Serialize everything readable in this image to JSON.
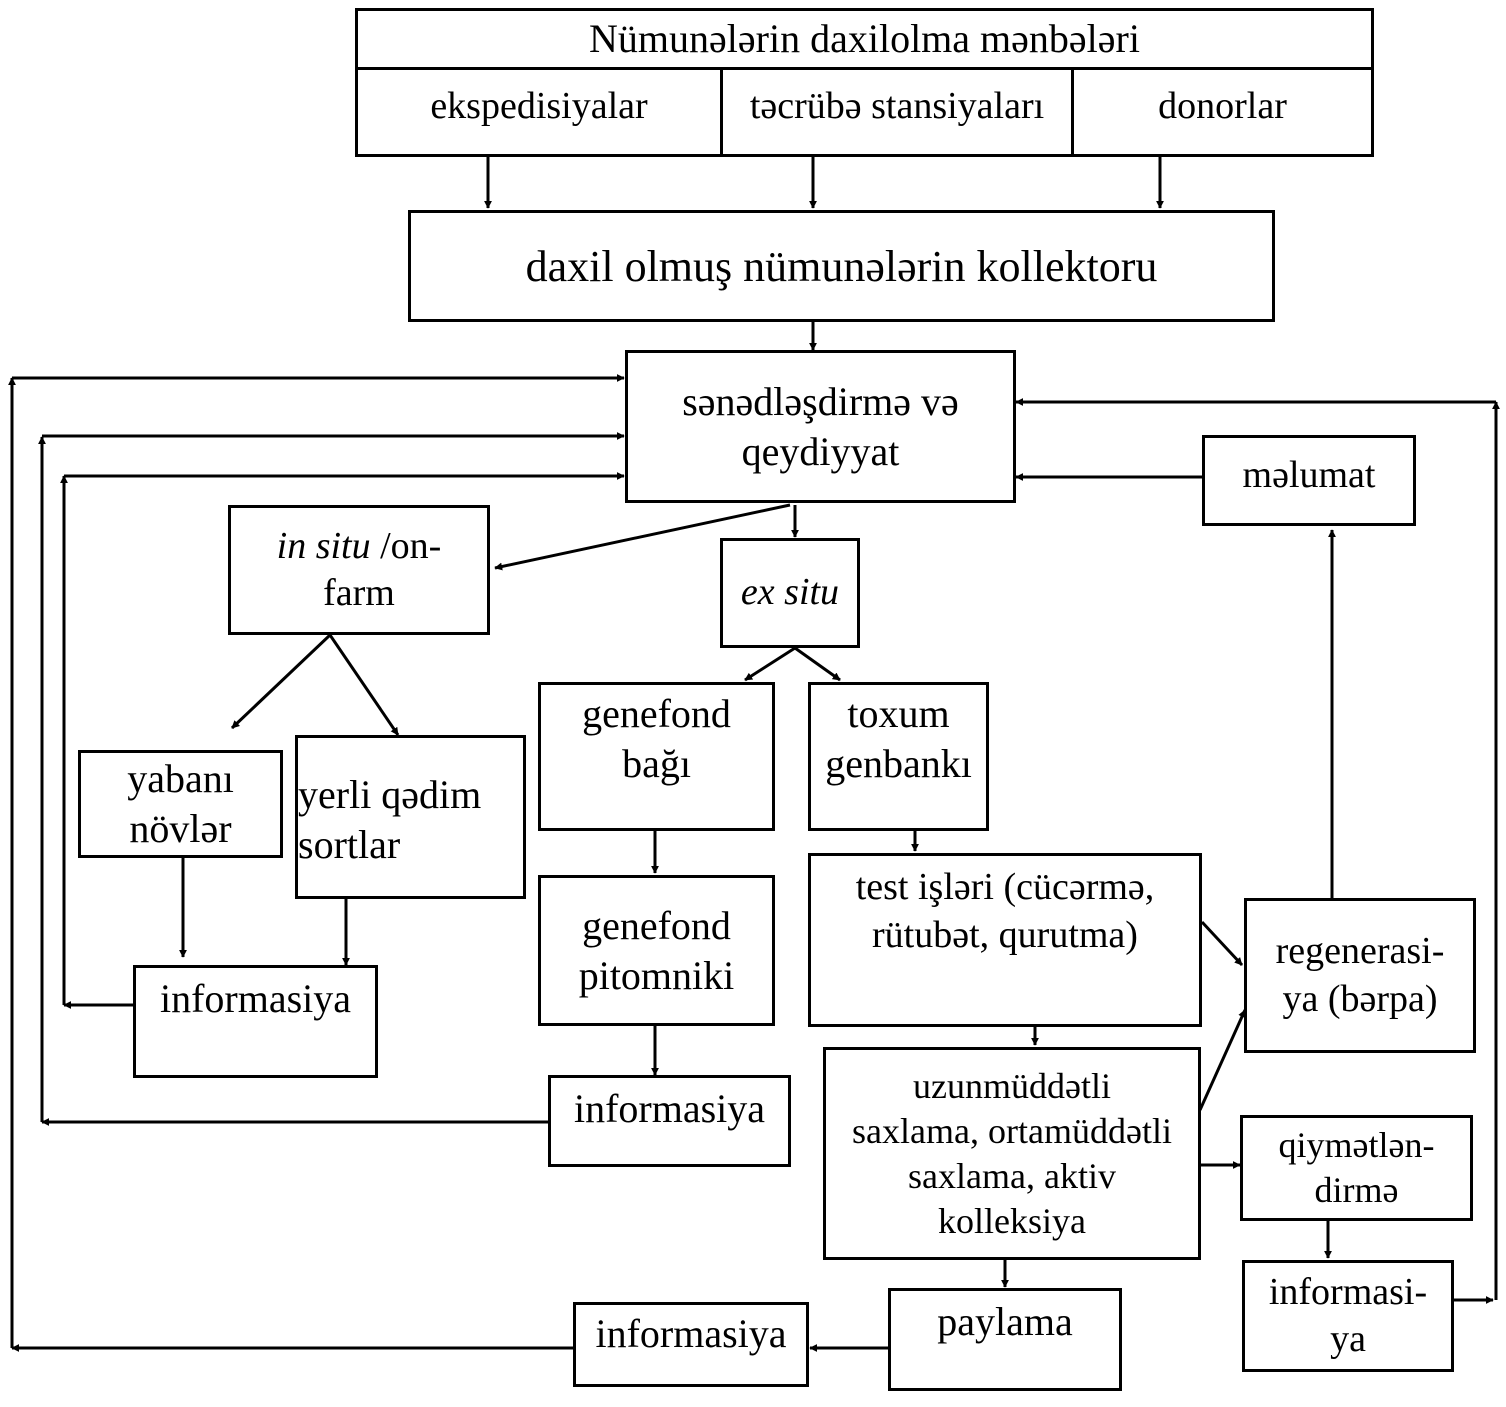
{
  "sources": {
    "header": "Nümunələrin daxilolma mənbələri",
    "items": [
      "ekspedisiyalar",
      "təcrübə stansiyaları",
      "donorlar"
    ]
  },
  "collector": "daxil olmuş nümunələrin kollektoru",
  "registration": {
    "line1": "sənədləşdirmə və",
    "line2": "qeydiyyat"
  },
  "melumat": "məlumat",
  "in_situ": {
    "italic": "in situ",
    "rest": " /on-",
    "line2": "farm"
  },
  "ex_situ": "ex situ",
  "wild": {
    "line1": "yabanı",
    "line2": "növlər"
  },
  "local": {
    "line1": "yerli qədim",
    "line2": "sortlar"
  },
  "info_left": "informasiya",
  "genefond_bagi": {
    "line1": "genefond",
    "line2": "bağı"
  },
  "genefond_pitomnik": {
    "line1": "genefond",
    "line2": "pitomniki"
  },
  "info_mid": "informasiya",
  "seed_bank": {
    "line1": "toxum",
    "line2": "genbankı"
  },
  "test": {
    "line1": "test  işləri (cücərmə,",
    "line2": "rütubət, qurutma)"
  },
  "storage": {
    "line1": "uzunmüddətli",
    "line2": "saxlama, ortamüddətli",
    "line3": "saxlama, aktiv",
    "line4": "kolleksiya"
  },
  "regeneration": {
    "line1": "regenerasi-",
    "line2": "ya (bərpa)"
  },
  "evaluation": {
    "line1": "qiymətlən-",
    "line2": "dirmə"
  },
  "info_right": {
    "line1": "informasi-",
    "line2": "ya"
  },
  "distribution": "paylama",
  "info_bottom": "informasiya"
}
